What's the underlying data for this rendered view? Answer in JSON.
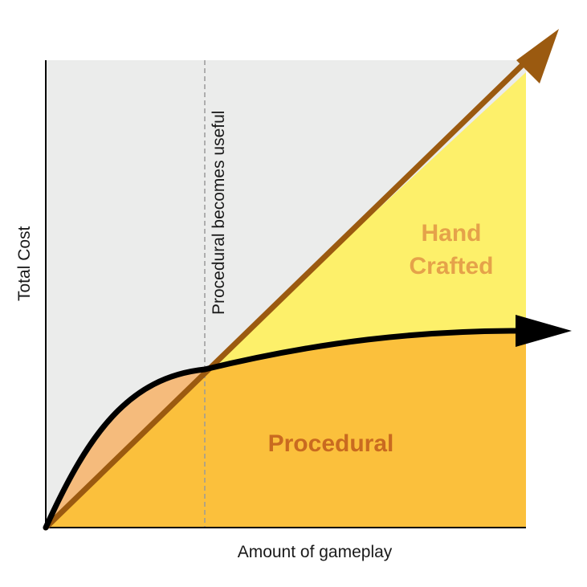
{
  "diagram": {
    "ylabel": "Total Cost",
    "xlabel": "Amount of gameplay",
    "threshold_label": "Procedural becomes useful",
    "region_handcrafted": [
      "Hand",
      "Crafted"
    ],
    "region_procedural": "Procedural"
  },
  "colors": {
    "background_region": "#ebeceb",
    "handcrafted_fill": "#fdf06a",
    "procedural_fill": "#fbc03c",
    "early_region_fill": "#f5bb7c",
    "handcrafted_line": "#9b5a10",
    "procedural_line": "#000000",
    "handcrafted_text": "#e5a24a",
    "procedural_text": "#c96a20",
    "threshold_line": "#9a9a9a"
  }
}
